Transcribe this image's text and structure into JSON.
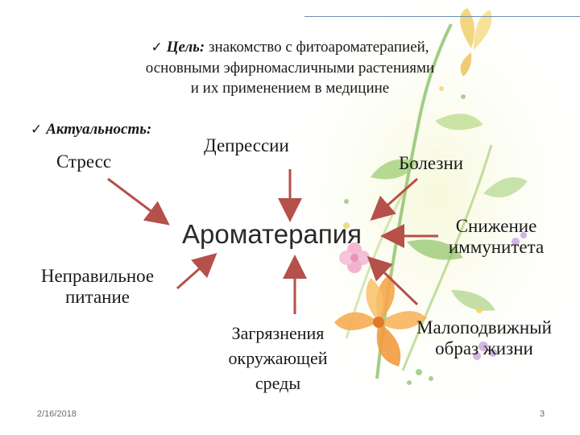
{
  "goal": {
    "label": "Цель:",
    "line1": "знакомство с фитоароматерапией,",
    "line2": "основными эфирномасличными растениями",
    "line3": "и их применением в медицине"
  },
  "relevance": {
    "label": "Актуальность:"
  },
  "diagram": {
    "center": "Ароматерапия",
    "nodes": {
      "stress": "Стресс",
      "depression": "Депрессии",
      "illness": "Болезни",
      "nutrition": [
        "Неправильное",
        "питание"
      ],
      "pollution": [
        "Загрязнения",
        "окружающей",
        "среды"
      ],
      "immunity": [
        "Снижение",
        "иммунитета"
      ],
      "sedentary": [
        "Малоподвижный",
        "образ жизни"
      ]
    }
  },
  "footer": {
    "date": "2/16/2018",
    "page": "3"
  },
  "colors": {
    "arrow": "#b5504a",
    "topline": "#6e8fb3"
  },
  "icons": {
    "bullet": "checkmark-icon"
  }
}
